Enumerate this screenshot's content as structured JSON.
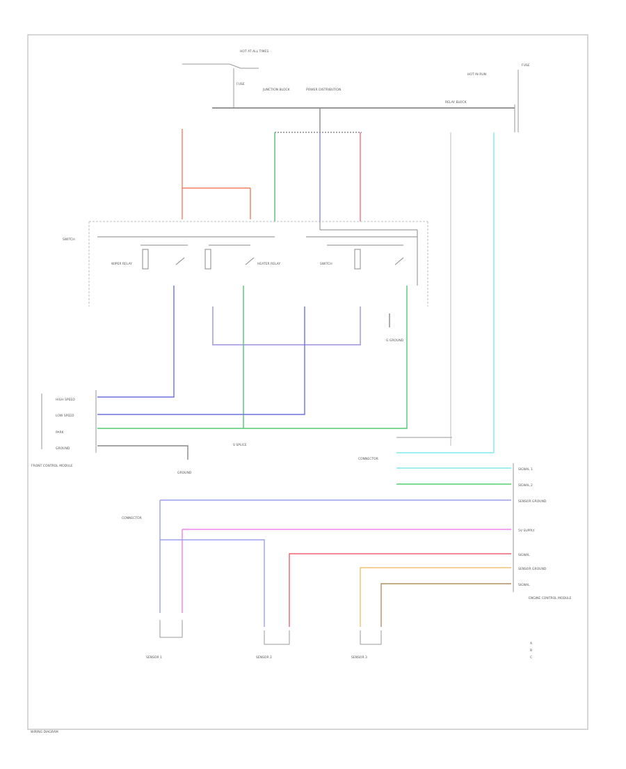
{
  "diagram": {
    "labels": {
      "hot_at_all_times": "HOT AT ALL TIMES",
      "fuse": "FUSE",
      "junction_block": "JUNCTION BLOCK",
      "power_distribution": "POWER DISTRIBUTION",
      "hot_run": "HOT IN RUN",
      "fuse_right": "FUSE",
      "relay_block": "RELAY BLOCK",
      "wiper_relay": "WIPER RELAY",
      "heater_relay": "HEATER RELAY",
      "switch_a": "SWITCH",
      "switch_b": "SWITCH",
      "g_ground": "G GROUND",
      "s_splice": "S SPLICE",
      "module_pins": [
        "HIGH SPEED",
        "LOW SPEED",
        "PARK",
        "GROUND"
      ],
      "module_name": "FRONT CONTROL MODULE",
      "ground_mid": "GROUND",
      "connector_left": "CONNECTOR",
      "connector_right": "CONNECTOR",
      "right_pins": [
        "SIGNAL 1",
        "SIGNAL 2",
        "SENSOR GROUND",
        "5V SUPPLY",
        "SIGNAL",
        "SENSOR GROUND",
        "SIGNAL"
      ],
      "right_module": "ENGINE CONTROL MODULE",
      "sensor1": "SENSOR 1",
      "sensor2": "SENSOR 2",
      "sensor3": "SENSOR 3",
      "legend": [
        "A",
        "B",
        "C"
      ],
      "footer": "WIRING DIAGRAM"
    }
  }
}
